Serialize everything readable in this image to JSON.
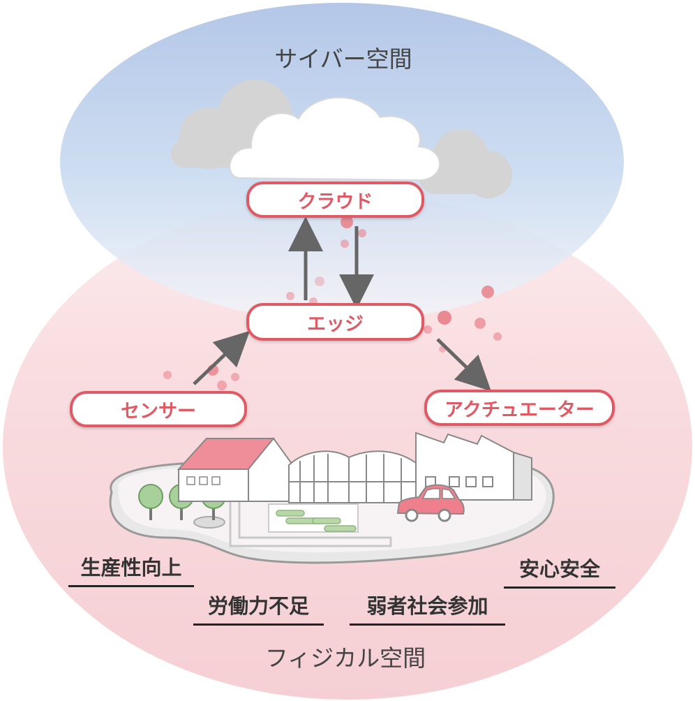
{
  "spaces": {
    "cyber": "サイバー空間",
    "physical": "フィジカル空間"
  },
  "nodes": {
    "cloud": "クラウド",
    "edge": "エッジ",
    "sensor": "センサー",
    "actuator": "アクチュエーター"
  },
  "issues": {
    "productivity": "生産性向上",
    "labor": "労働力不足",
    "vulnerable": "弱者社会参加",
    "safety": "安心安全"
  },
  "colors": {
    "accent": "#e05a66",
    "cyber_top": "#a9c2e6",
    "physical_fill": "#f6d3d7",
    "arrow": "#666666"
  },
  "icons": {
    "cloud": "cloud-icon",
    "town": "town-illustration-icon",
    "car": "car-icon",
    "factory": "factory-icon",
    "greenhouse": "greenhouse-icon",
    "house": "house-icon"
  }
}
